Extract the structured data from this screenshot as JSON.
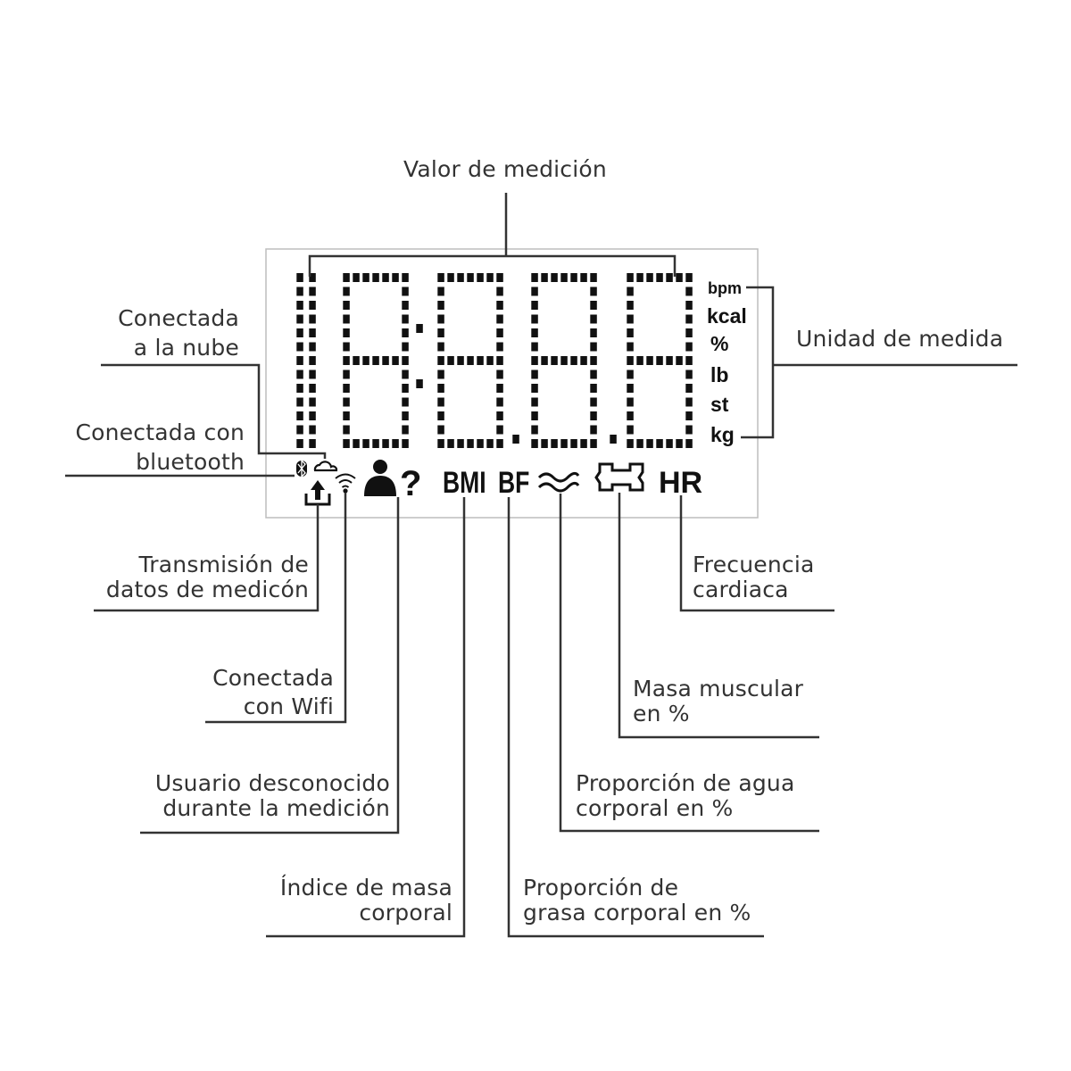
{
  "display": {
    "digits": [
      "1",
      "8",
      "8",
      "8",
      "8"
    ],
    "units": [
      "bpm",
      "kcal",
      "%",
      "lb",
      "st",
      "kg"
    ],
    "icons": [
      "bluetooth-icon",
      "cloud-icon",
      "upload-icon",
      "wifi-icon",
      "user-icon",
      "question-icon",
      "BMI",
      "BF",
      "water-wave-icon",
      "muscle-icon",
      "HR"
    ]
  },
  "labels": {
    "valor_medicion": "Valor de medición",
    "unidad_medida": "Unidad de medida",
    "nube": [
      "Conectada",
      "a la nube"
    ],
    "bluetooth": [
      "Conectada con",
      "bluetooth"
    ],
    "transmision": [
      "Transmisión de",
      "datos de medicón"
    ],
    "wifi": [
      "Conectada",
      "con Wifi"
    ],
    "usuario": [
      "Usuario desconocido",
      "durante la medición"
    ],
    "imc": [
      "Índice de masa",
      "corporal"
    ],
    "grasa": [
      "Proporción de",
      "grasa corporal en %"
    ],
    "agua": [
      "Proporción de agua",
      "corporal en %"
    ],
    "musculo": [
      "Masa muscular",
      "en %"
    ],
    "frecuencia": [
      "Frecuencia",
      "cardiaca"
    ]
  }
}
